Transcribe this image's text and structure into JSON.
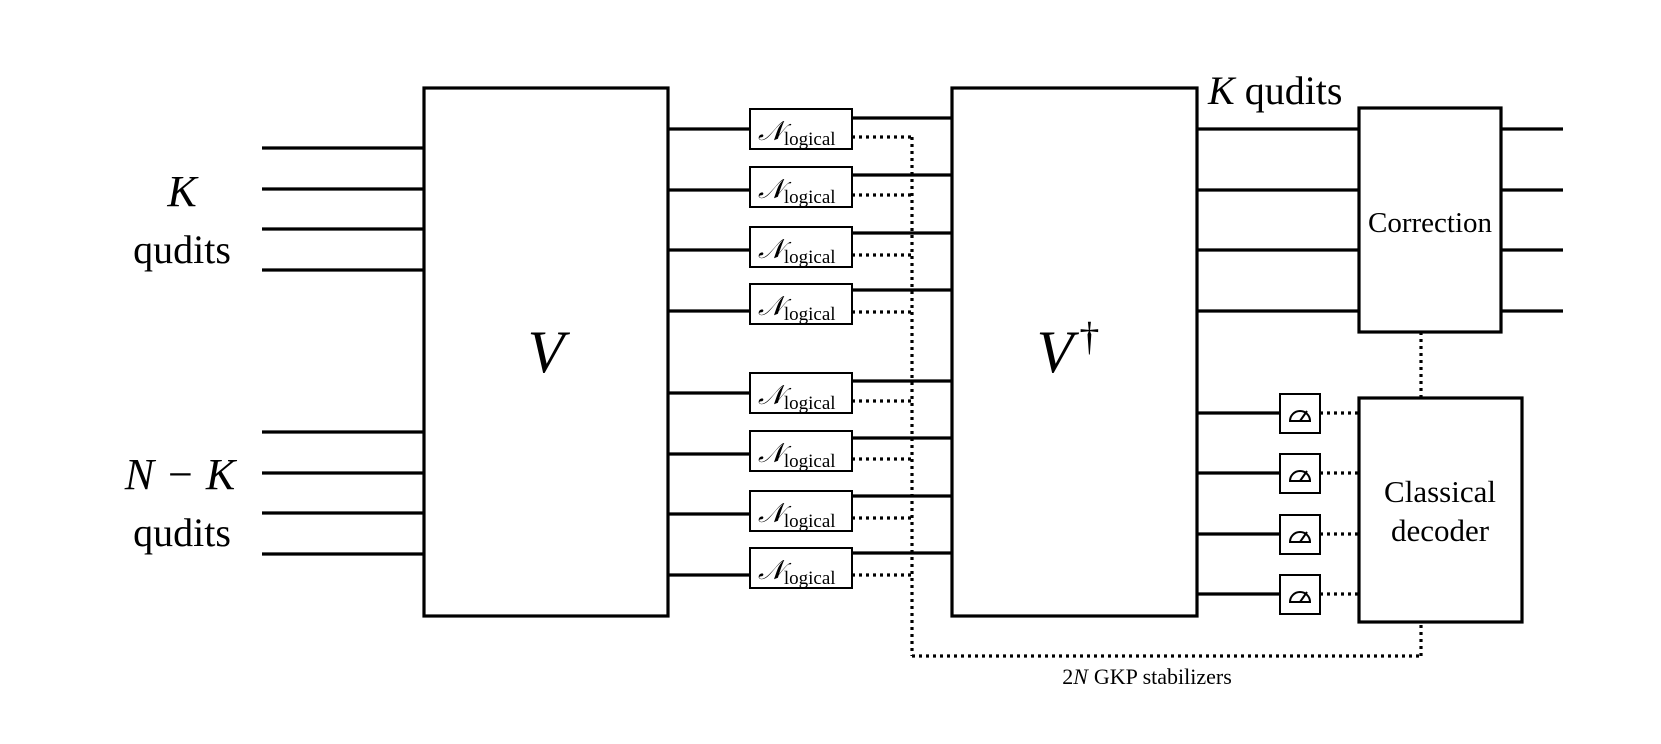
{
  "left_labels": {
    "k_symbol": "K",
    "k_word": "qudits",
    "nk_symbol": "N − K",
    "nk_word": "qudits"
  },
  "encoder": {
    "label": "V"
  },
  "channel": {
    "symbol": "𝒩",
    "subscript": "logical",
    "count": 8
  },
  "decoder": {
    "label": "V",
    "superscript": "†"
  },
  "right_labels": {
    "k_symbol": "K",
    "k_word": "qudits"
  },
  "correction": {
    "label": "Correction"
  },
  "classical_decoder": {
    "line1": "Classical",
    "line2": "decoder"
  },
  "meters": {
    "count": 4,
    "icon": "meter-icon"
  },
  "stabilizers": {
    "prefix": "2",
    "symbol": "N",
    "text": "GKP stabilizers"
  }
}
